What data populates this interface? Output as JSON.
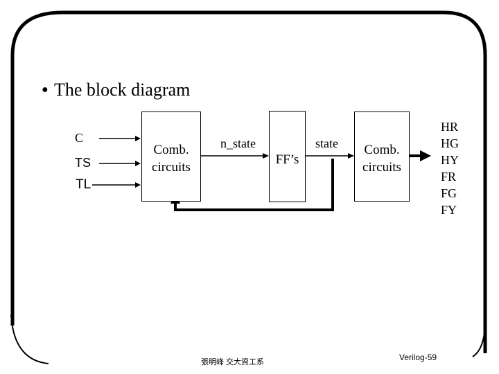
{
  "slide": {
    "title_bullet": "l",
    "title": "The block diagram"
  },
  "diagram": {
    "inputs": [
      "C",
      "TS",
      "TL"
    ],
    "comb1": [
      "Comb.",
      "circuits"
    ],
    "n_state_label": "n_state",
    "ff_label": "FF’s",
    "state_label": "state",
    "comb2": [
      "Comb.",
      "circuits"
    ],
    "outputs": [
      "HR",
      "HG",
      "HY",
      "FR",
      "FG",
      "FY"
    ]
  },
  "footer": {
    "author": "張明峰 交大資工系",
    "page": "Verilog-59"
  }
}
